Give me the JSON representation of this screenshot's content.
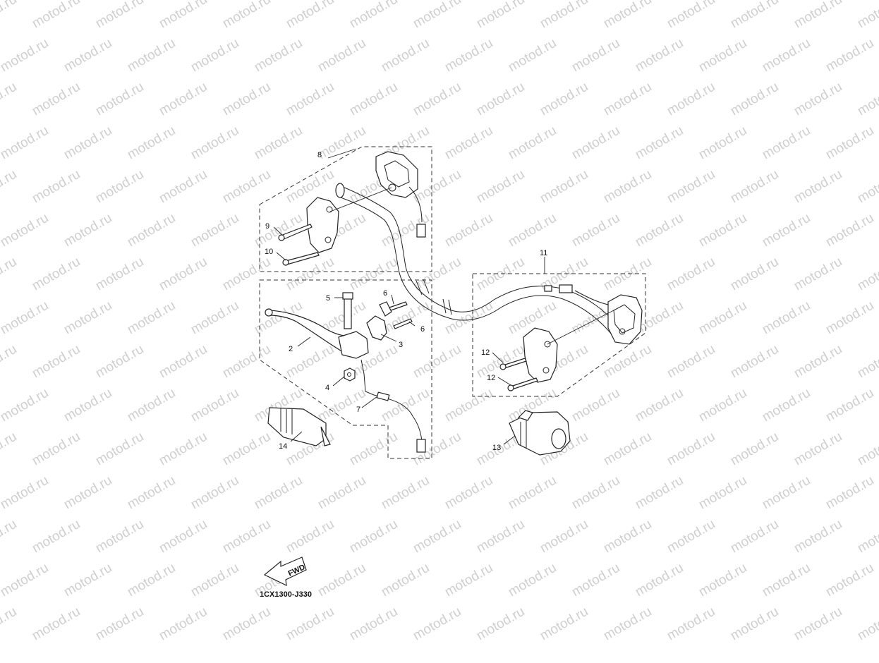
{
  "watermark": {
    "text": "motod.ru",
    "color": "#cfcfcf"
  },
  "diagram_code": "1CX1300-J330",
  "fwd_label": "FWD",
  "callouts": {
    "c1": "8",
    "c2": "9",
    "c3": "10",
    "c4": "5",
    "c5": "6",
    "c6": "6",
    "c7": "2",
    "c8": "3",
    "c9": "4",
    "c10": "7",
    "c11": "14",
    "c12": "11",
    "c13": "12",
    "c14": "12",
    "c15": "13"
  }
}
